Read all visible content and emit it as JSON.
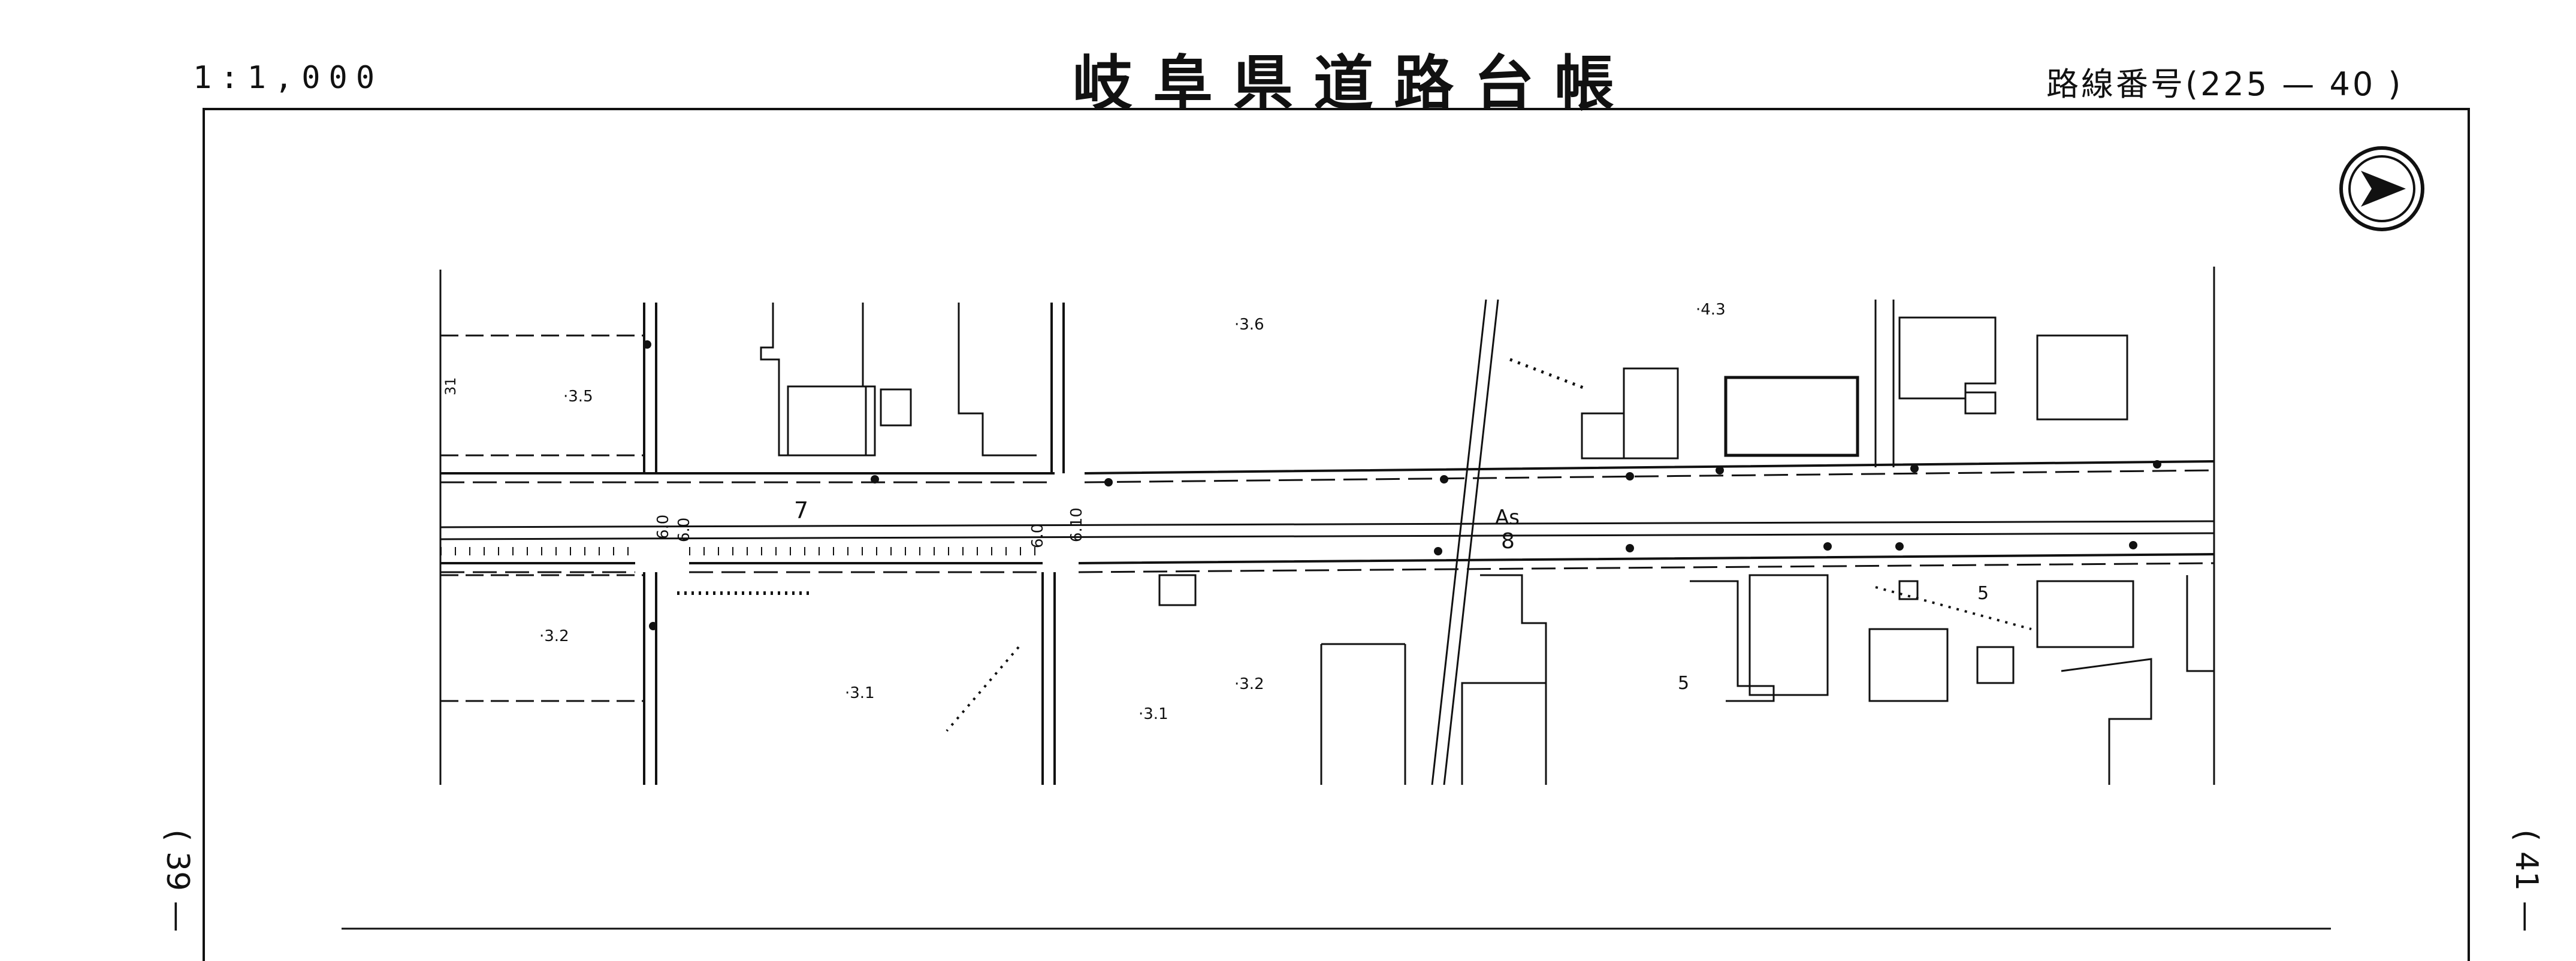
{
  "header": {
    "scale": "1:1,000",
    "title": "岐阜県道路台帳",
    "route_number": "路線番号(225 — 40 )"
  },
  "side_refs": {
    "left": "( 39 —",
    "right": "( 41 —"
  },
  "map_labels": {
    "elev_35": "·3.5",
    "elev_32_left": "·3.2",
    "elev_31_mid": "·3.1",
    "elev_31_b": "·3.1",
    "elev_32_b": "·3.2",
    "elev_36": "·3.6",
    "elev_43": "·4.3",
    "road_7": "7",
    "road_8": "8",
    "as_label": "As",
    "w_60_a": "6.0",
    "w_60_b": "6.0",
    "w_60_c": "6.0",
    "w_610": "6.10",
    "num_5_a": "5",
    "num_5_b": "5",
    "num_31_vert": "31"
  },
  "north_arrow": "north-arrow-icon"
}
